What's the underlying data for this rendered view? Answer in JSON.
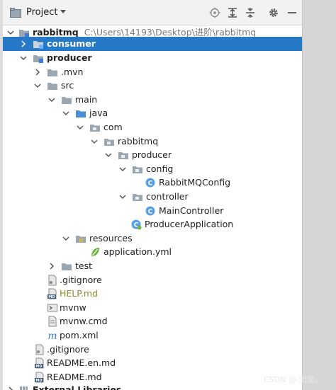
{
  "header": {
    "title": "Project"
  },
  "tree": {
    "rows": [
      {
        "label": "rabbitmq",
        "path": "C:\\Users\\14193\\Desktop\\进阶\\rabbitmq"
      },
      {
        "label": "consumer"
      },
      {
        "label": "producer"
      },
      {
        "label": ".mvn"
      },
      {
        "label": "src"
      },
      {
        "label": "main"
      },
      {
        "label": "java"
      },
      {
        "label": "com"
      },
      {
        "label": "rabbitmq"
      },
      {
        "label": "producer"
      },
      {
        "label": "config"
      },
      {
        "label": "RabbitMQConfig"
      },
      {
        "label": "controller"
      },
      {
        "label": "MainController"
      },
      {
        "label": "ProducerApplication"
      },
      {
        "label": "resources"
      },
      {
        "label": "application.yml"
      },
      {
        "label": "test"
      },
      {
        "label": ".gitignore"
      },
      {
        "label": "HELP.md"
      },
      {
        "label": "mvnw"
      },
      {
        "label": "mvnw.cmd"
      },
      {
        "label": "pom.xml"
      },
      {
        "label": ".gitignore"
      },
      {
        "label": "README.en.md"
      },
      {
        "label": "README.md"
      },
      {
        "label": "External Libraries"
      }
    ]
  },
  "watermark": "CSDN @-流星。"
}
